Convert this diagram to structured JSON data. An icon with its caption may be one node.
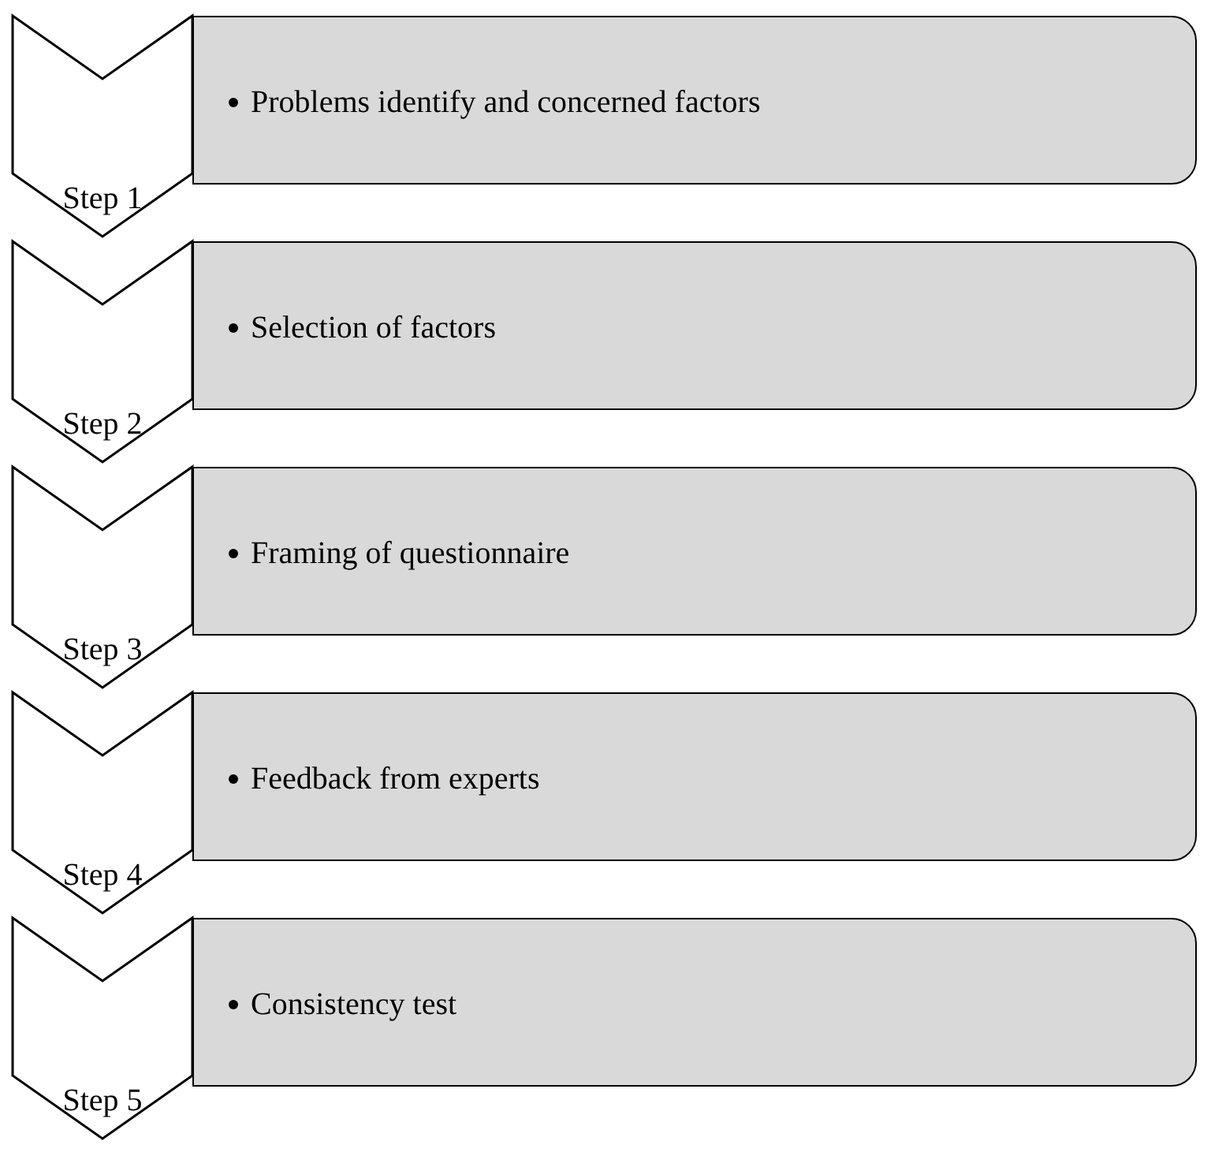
{
  "diagram": {
    "nodes": [
      {
        "text": [
          "Step 1"
        ]
      },
      {
        "text": [
          "Problems identify and concerned factors"
        ]
      },
      {
        "text": [
          "Step 2"
        ]
      },
      {
        "text": [
          "Selection of factors"
        ]
      },
      {
        "text": [
          "Step 3"
        ]
      },
      {
        "text": [
          "Framing of questionnaire"
        ]
      },
      {
        "text": [
          "Step 4"
        ]
      },
      {
        "text": [
          "Feedback from experts"
        ]
      },
      {
        "text": [
          "Step 5"
        ]
      },
      {
        "text": [
          "Consistency test"
        ]
      }
    ]
  }
}
